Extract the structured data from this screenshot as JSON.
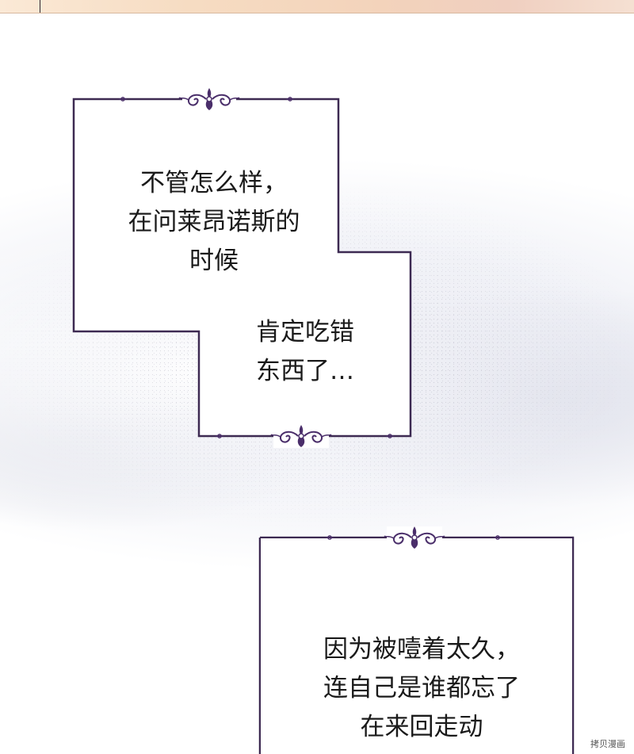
{
  "panel_1": {
    "line_1": "不管怎么样，",
    "line_2": "在问莱昂诺斯的",
    "line_3": "时候",
    "line_4": "肯定吃错",
    "line_5": "东西了…"
  },
  "panel_2": {
    "line_1": "因为被噎着太久，",
    "line_2": "连自己是谁都忘了",
    "line_3": "在来回走动"
  },
  "watermark": "拷贝漫画",
  "colors": {
    "frame_stroke": "#3d2a52",
    "ornament": "#4a2e6a",
    "text": "#1a1a1a"
  }
}
